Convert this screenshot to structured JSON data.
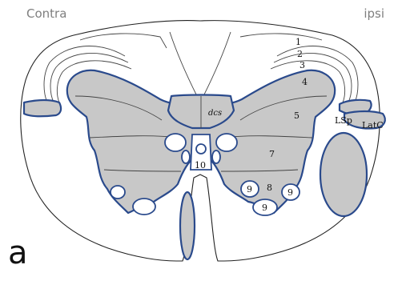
{
  "labels": {
    "contra": "Contra",
    "ipsi": "ipsi",
    "panel": "a"
  },
  "regions": {
    "lamina_1": "1",
    "lamina_2": "2",
    "lamina_3": "3",
    "lamina_4": "4",
    "lamina_5": "5",
    "lamina_7": "7",
    "lamina_8": "8",
    "lamina_9_left": "9",
    "lamina_9_bottom": "9",
    "lamina_9_right": "9",
    "lamina_10": "10",
    "dcs": "dcs",
    "lsp": "LSp",
    "latc": "LatC"
  },
  "colors": {
    "fill": "#c8c8c8",
    "outline_blue": "#2a4a8c",
    "label_gray": "#7f7f7f"
  }
}
